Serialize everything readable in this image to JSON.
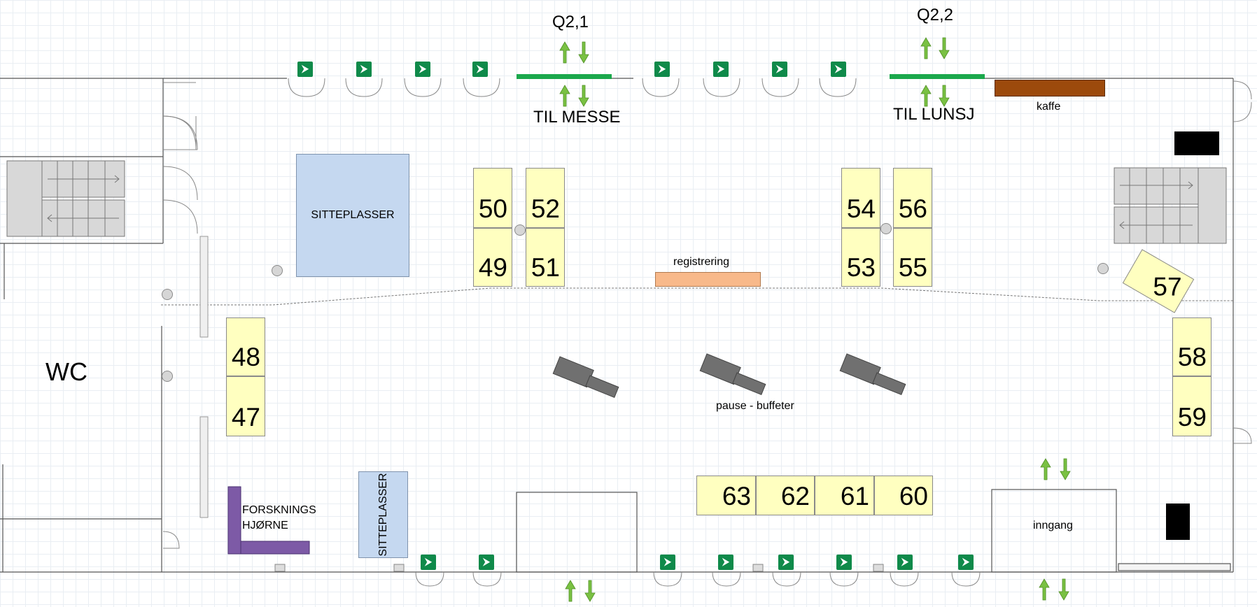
{
  "labels": {
    "q21": "Q2,1",
    "q22": "Q2,2",
    "til_messe": "TIL MESSE",
    "til_lunsj": "TIL LUNSJ",
    "kaffe": "kaffe",
    "sitteplasser_top": "SITTEPLASSER",
    "sitteplasser_bottom": "SITTEPLASSER",
    "registrering": "registrering",
    "wc": "WC",
    "pause_buffeter": "pause - buffeter",
    "forsknings_line1": "FORSKNINGS",
    "forsknings_line2": "HJØRNE",
    "inngang": "inngang"
  },
  "booths": [
    "47",
    "48",
    "49",
    "50",
    "51",
    "52",
    "53",
    "54",
    "55",
    "56",
    "57",
    "58",
    "59",
    "60",
    "61",
    "62",
    "63"
  ],
  "colors": {
    "booth": "#ffffc0",
    "seating": "#c5d8f0",
    "registration": "#f8b98a",
    "coffee": "#9c4a0c",
    "exit_bar": "#1ba84c",
    "exit_sign": "#0f8a4a",
    "arrow": "#7ac143",
    "research_corner": "#7d5aa6",
    "buffet": "#707070"
  },
  "icons": [
    "emergency-exit-icon",
    "arrow-up-icon",
    "arrow-down-icon",
    "pillar-icon",
    "stairs-icon"
  ]
}
